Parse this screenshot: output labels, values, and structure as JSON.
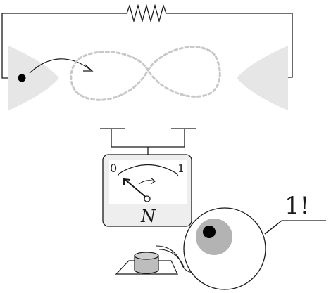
{
  "meter": {
    "scale_min_label": "0",
    "scale_max_label": "1",
    "name_label": "N"
  },
  "speech": {
    "text": "1!"
  },
  "colors": {
    "line": "#1a1a1a",
    "electrode_fill": "#e6e6e6",
    "trajectory": "#c8c8c8",
    "meter_body": "#eeeeee",
    "meter_face": "#ffffff",
    "iris": "#b3b3b3",
    "pupil": "#000000",
    "device_top": "#cfcfcf",
    "device_body": "#bdbdbd"
  }
}
